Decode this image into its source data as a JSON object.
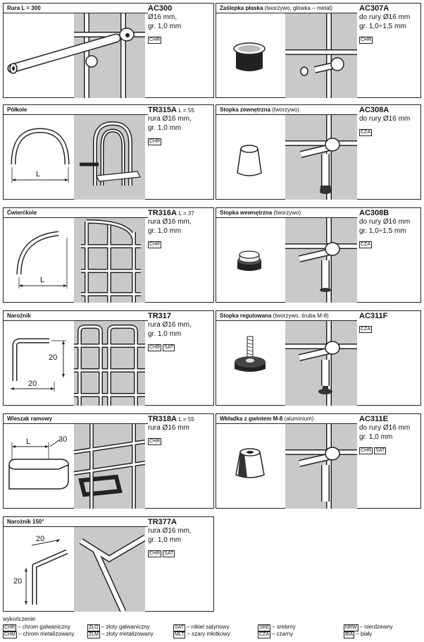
{
  "items": [
    {
      "title": "Rura L = 300",
      "title_note": "",
      "code": "AC300",
      "code_note": "",
      "spec": [
        "Ø16 mm,",
        "gr. 1,0 mm"
      ],
      "badges": [
        "CHR"
      ]
    },
    {
      "title": "Zaślepka płaska",
      "title_note": "(tworzywo, główka – metal)",
      "code": "AC307A",
      "code_note": "",
      "spec": [
        "do rury Ø16 mm",
        "gr. 1,0÷1,5 mm"
      ],
      "badges": [
        "CHR"
      ]
    },
    {
      "title": "Półkole",
      "title_note": "",
      "code": "TR315A",
      "code_note": "L = 55",
      "spec": [
        "rura Ø16 mm,",
        "gr. 1,0 mm"
      ],
      "badges": [
        "CHR"
      ],
      "dims": [
        "L"
      ]
    },
    {
      "title": "Stopka zewnętrzna",
      "title_note": "(tworzywo)",
      "code": "AC308A",
      "code_note": "",
      "spec": [
        "do rury Ø16 mm"
      ],
      "badges": [
        "CZA"
      ]
    },
    {
      "title": "Ćwierćkole",
      "title_note": "",
      "code": "TR316A",
      "code_note": "L = 37",
      "spec": [
        "rura Ø16 mm,",
        "gr. 1,0 mm"
      ],
      "badges": [
        "CHR"
      ],
      "dims": [
        "L"
      ]
    },
    {
      "title": "Stopka wewnętrzna",
      "title_note": "(tworzywo)",
      "code": "AC308B",
      "code_note": "",
      "spec": [
        "do rury Ø16 mm",
        "gr. 1,0÷1,5 mm"
      ],
      "badges": [
        "CZA"
      ]
    },
    {
      "title": "Narożnik",
      "title_note": "",
      "code": "TR317",
      "code_note": "",
      "spec": [
        "rura Ø16 mm,",
        "gr. 1,0 mm"
      ],
      "badges": [
        "CHR",
        "SAT"
      ],
      "dims": [
        "20",
        "20"
      ]
    },
    {
      "title": "Stopka regulowana",
      "title_note": "(tworzywo, śruba M-8)",
      "code": "AC311F",
      "code_note": "",
      "spec": [],
      "badges": [
        "CZA"
      ]
    },
    {
      "title": "Wieszak ramowy",
      "title_note": "",
      "code": "TR318A",
      "code_note": "L = 55",
      "spec": [
        "rura Ø16 mm"
      ],
      "badges": [
        "CHR"
      ],
      "dims": [
        "L",
        "30"
      ]
    },
    {
      "title": "Wkładka z gwintem M-8",
      "title_note": "(aluminium)",
      "code": "AC311E",
      "code_note": "",
      "spec": [
        "do rury Ø16 mm",
        "gr. 1,0 mm"
      ],
      "badges": [
        "CHR",
        "SAT"
      ]
    },
    {
      "title": "Narożnik 150°",
      "title_note": "",
      "code": "TR377A",
      "code_note": "",
      "spec": [
        "rura Ø16 mm,",
        "gr. 1,0 mm"
      ],
      "badges": [
        "CHR",
        "SAT"
      ],
      "dims": [
        "20",
        "20"
      ]
    }
  ],
  "legend": {
    "heading": "wykończenie:",
    "rows": [
      [
        {
          "code": "CHR",
          "label": "– chrom galwaniczny"
        },
        {
          "code": "ZŁO",
          "label": "– złoty galwaniczny"
        },
        {
          "code": "SAT",
          "label": "– nikiel satynowy"
        },
        {
          "code": "SRE",
          "label": "– srebrny"
        },
        {
          "code": "NRW",
          "label": "– nierdzewny"
        }
      ],
      [
        {
          "code": "CHM",
          "label": "– chrom metalizowany"
        },
        {
          "code": "ZLM",
          "label": "– złoty metalizowany"
        },
        {
          "code": "MLT",
          "label": "– szary młotkowy"
        },
        {
          "code": "CZA",
          "label": "– czarny"
        },
        {
          "code": "BIA",
          "label": "– biały"
        }
      ]
    ]
  }
}
